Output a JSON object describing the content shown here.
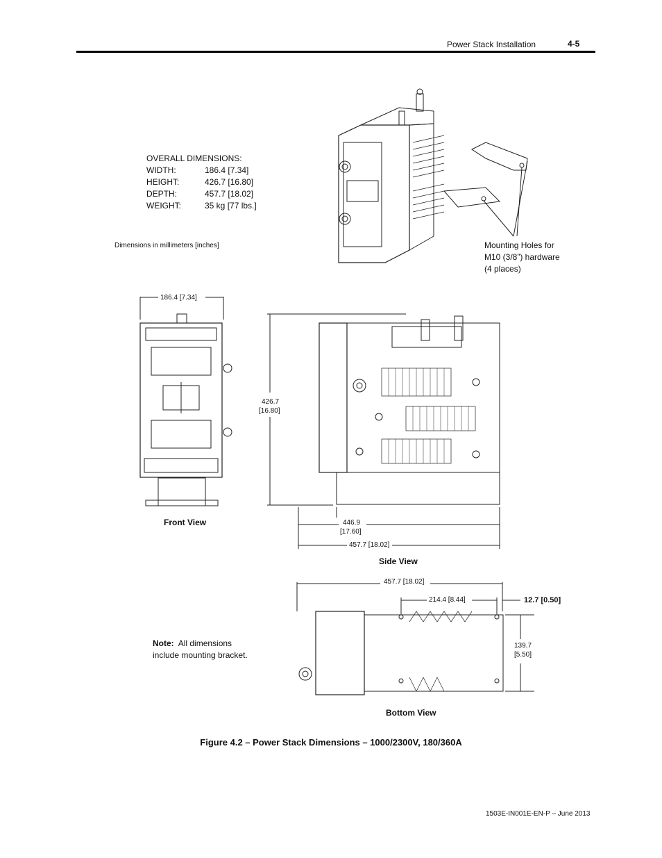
{
  "header": {
    "section_title": "Power Stack Installation",
    "page_number": "4-5"
  },
  "overall": {
    "title": "OVERALL DIMENSIONS:",
    "rows": [
      {
        "label": "WIDTH:",
        "value": "186.4 [7.34]"
      },
      {
        "label": "HEIGHT:",
        "value": "426.7 [16.80]"
      },
      {
        "label": "DEPTH:",
        "value": "457.7 [18.02]"
      },
      {
        "label": "WEIGHT:",
        "value": "35 kg [77 lbs.]"
      }
    ]
  },
  "units_note": "Dimensions in millimeters [inches]",
  "mounting_note": {
    "line1": "Mounting Holes for",
    "line2": "M10 (3/8”) hardware",
    "line3": "(4 places)"
  },
  "front_view": {
    "label": "Front View",
    "width_dim": "186.4 [7.34]"
  },
  "side_view": {
    "label": "Side View",
    "height_dim_1": "426.7",
    "height_dim_2": "[16.80]",
    "depth_inner_1": "446.9",
    "depth_inner_2": "[17.60]",
    "depth_overall": "457.7 [18.02]"
  },
  "bottom_view": {
    "label": "Bottom View",
    "overall_dim": "457.7 [18.02]",
    "hole_spacing": "214.4 [8.44]",
    "edge_offset": "12.7 [0.50]",
    "width_dim_1": "139.7",
    "width_dim_2": "[5.50]"
  },
  "note": {
    "label": "Note:",
    "line1": "All dimensions",
    "line2": "include mounting bracket."
  },
  "caption": "Figure 4.2 – Power Stack Dimensions – 1000/2300V, 180/360A",
  "footer": "1503E-IN001E-EN-P – June 2013"
}
